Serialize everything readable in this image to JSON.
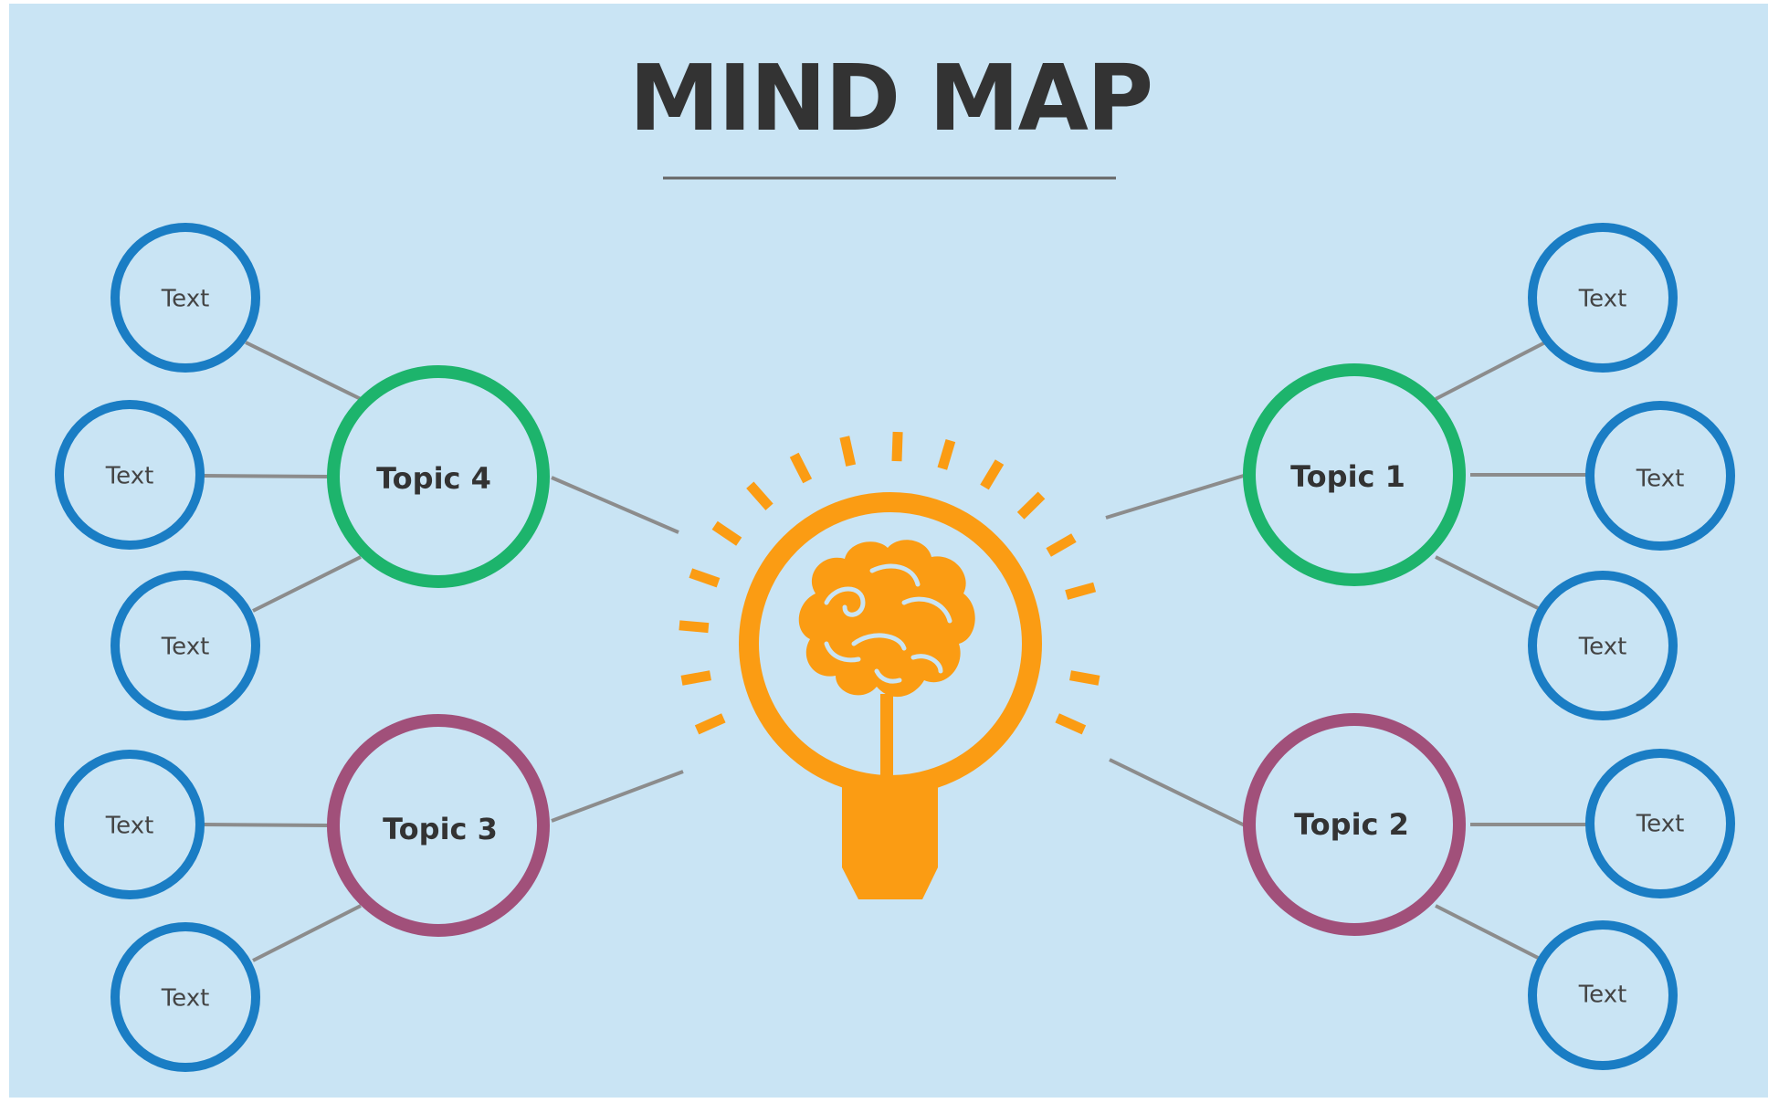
{
  "title": "MIND MAP",
  "colors": {
    "background": "#c9e4f4",
    "title": "#333333",
    "divider": "#666666",
    "connector": "#8c8c8c",
    "leaf_ring": "#1a7dc4",
    "topic_green": "#1db46c",
    "topic_purple": "#a1507a",
    "bulb": "#fb9c13"
  },
  "center": {
    "icon": "lightbulb-brain-icon"
  },
  "topics": [
    {
      "id": "topic-1",
      "label": "Topic 1",
      "color": "#1db46c",
      "leaves": [
        "Text",
        "Text",
        "Text"
      ]
    },
    {
      "id": "topic-2",
      "label": "Topic 2",
      "color": "#a1507a",
      "leaves": [
        "Text",
        "Text"
      ]
    },
    {
      "id": "topic-3",
      "label": "Topic 3",
      "color": "#a1507a",
      "leaves": [
        "Text",
        "Text"
      ]
    },
    {
      "id": "topic-4",
      "label": "Topic 4",
      "color": "#1db46c",
      "leaves": [
        "Text",
        "Text",
        "Text"
      ]
    }
  ]
}
